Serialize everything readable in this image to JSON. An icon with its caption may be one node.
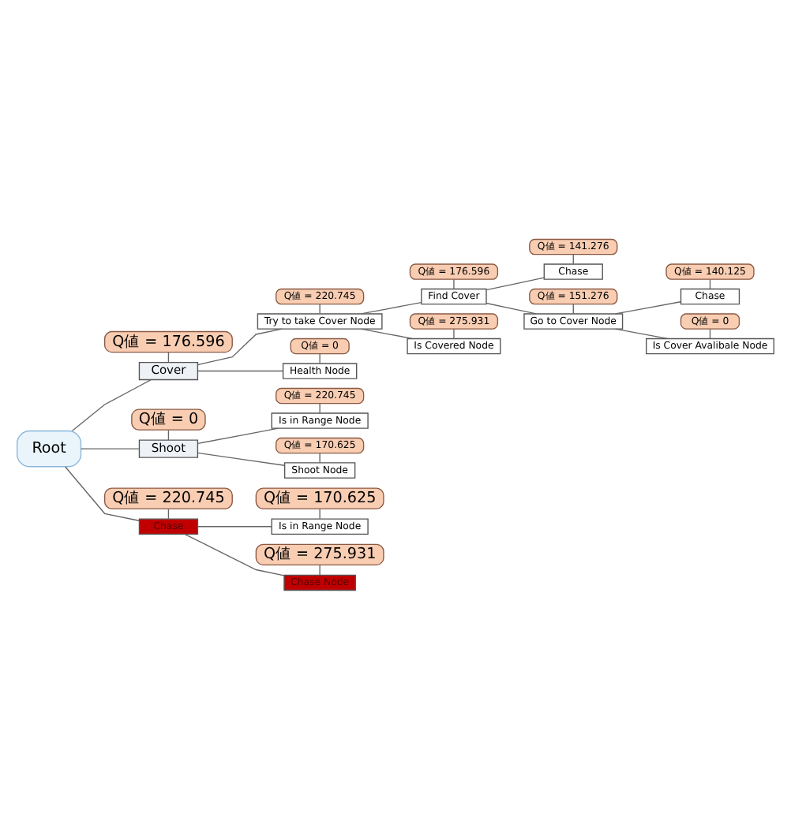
{
  "diagram": {
    "nodes": [
      {
        "text": [
          "Root"
        ]
      },
      {
        "text": [
          "Cover"
        ]
      },
      {
        "text": [
          "Q値 = 220.745"
        ]
      },
      {
        "text": [
          "Try to take Cover Node"
        ]
      },
      {
        "text": [
          "Find Cover"
        ]
      },
      {
        "text": [
          "Q値 = 141.276"
        ]
      },
      {
        "text": [
          "Chase"
        ]
      },
      {
        "text": [
          "Q値 = 151.276"
        ]
      },
      {
        "text": [
          "Go to Cover Node"
        ]
      },
      {
        "text": [
          "Q値 = 140.125"
        ]
      },
      {
        "text": [
          "Chase"
        ]
      },
      {
        "text": [
          "Q値 = 0"
        ]
      },
      {
        "text": [
          "Is Cover Avalibale Node"
        ]
      },
      {
        "text": [
          "Q値 = 176.596"
        ]
      },
      {
        "text": [
          "Q値 = 275.931"
        ]
      },
      {
        "text": [
          "Is Covered Node"
        ]
      },
      {
        "text": [
          "Q値 = 0"
        ]
      },
      {
        "text": [
          "Health Node"
        ]
      },
      {
        "text": [
          "Q値 = 176.596"
        ]
      },
      {
        "text": [
          "Q値 = 0"
        ]
      },
      {
        "text": [
          "Shoot"
        ]
      },
      {
        "text": [
          "Q値 = 220.745"
        ]
      },
      {
        "text": [
          "Is in Range Node"
        ]
      },
      {
        "text": [
          "Q値 = 170.625"
        ]
      },
      {
        "text": [
          "Shoot Node"
        ]
      },
      {
        "text": [
          "Q値 = 220.745"
        ]
      },
      {
        "text": [
          "Chase"
        ]
      },
      {
        "text": [
          "Q値 = 170.625"
        ]
      },
      {
        "text": [
          "Is in Range Node"
        ]
      },
      {
        "text": [
          "Q値 = 275.931"
        ]
      },
      {
        "text": [
          "Chase Node"
        ]
      }
    ],
    "edges": [
      {
        "from": 0,
        "to": 1,
        "arrow": "none"
      },
      {
        "from": 0,
        "to": 20,
        "arrow": "none"
      },
      {
        "from": 0,
        "to": 26,
        "arrow": "none"
      },
      {
        "from": 1,
        "to": 3,
        "arrow": "none"
      },
      {
        "from": 1,
        "to": 17,
        "arrow": "none"
      },
      {
        "from": 3,
        "to": 4,
        "arrow": "none"
      },
      {
        "from": 3,
        "to": 15,
        "arrow": "none"
      },
      {
        "from": 4,
        "to": 6,
        "arrow": "none"
      },
      {
        "from": 4,
        "to": 8,
        "arrow": "none"
      },
      {
        "from": 8,
        "to": 10,
        "arrow": "none"
      },
      {
        "from": 8,
        "to": 12,
        "arrow": "none"
      },
      {
        "from": 20,
        "to": 22,
        "arrow": "none"
      },
      {
        "from": 20,
        "to": 24,
        "arrow": "none"
      },
      {
        "from": 26,
        "to": 28,
        "arrow": "none"
      },
      {
        "from": 26,
        "to": 30,
        "arrow": "none"
      },
      {
        "from": 2,
        "to": 3,
        "arrow": "none"
      },
      {
        "from": 5,
        "to": 6,
        "arrow": "none"
      },
      {
        "from": 7,
        "to": 8,
        "arrow": "none"
      },
      {
        "from": 9,
        "to": 10,
        "arrow": "none"
      },
      {
        "from": 11,
        "to": 12,
        "arrow": "none"
      },
      {
        "from": 13,
        "to": 4,
        "arrow": "none"
      },
      {
        "from": 14,
        "to": 15,
        "arrow": "none"
      },
      {
        "from": 16,
        "to": 17,
        "arrow": "none"
      },
      {
        "from": 18,
        "to": 1,
        "arrow": "none"
      },
      {
        "from": 19,
        "to": 20,
        "arrow": "none"
      },
      {
        "from": 21,
        "to": 22,
        "arrow": "none"
      },
      {
        "from": 23,
        "to": 24,
        "arrow": "none"
      },
      {
        "from": 25,
        "to": 26,
        "arrow": "none"
      },
      {
        "from": 27,
        "to": 28,
        "arrow": "none"
      },
      {
        "from": 29,
        "to": 30,
        "arrow": "none"
      }
    ]
  }
}
